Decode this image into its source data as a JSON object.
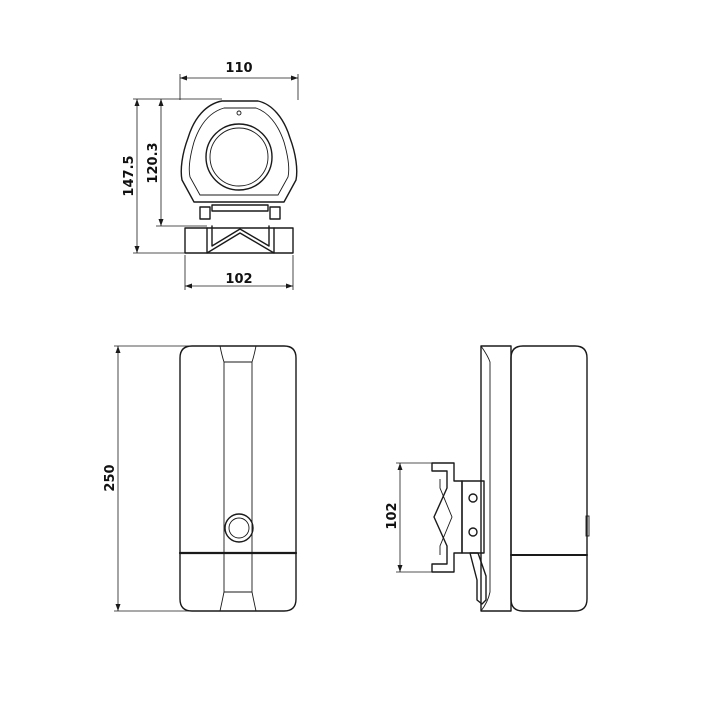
{
  "dimensions": {
    "width_top": "110",
    "height_total": "147.5",
    "height_head": "120.3",
    "bracket_width": "102",
    "body_height": "250",
    "bracket_height": "102"
  },
  "colors": {
    "line": "#1a1a1a",
    "background": "#ffffff"
  }
}
